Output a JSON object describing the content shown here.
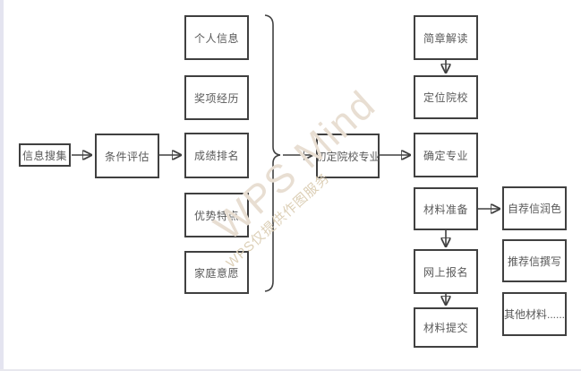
{
  "app": {
    "name": "WPS Mind flowchart"
  },
  "watermark": {
    "main": "WPS Mind",
    "sub": "WPS仅提供作图服务"
  },
  "colors": {
    "node_border": "#404040",
    "node_text": "#595959",
    "connector": "#404040",
    "watermark_main": "#e8ded2",
    "watermark_sub": "#dccfb6",
    "left_strip": "#e4e4f0"
  },
  "nodes": {
    "info_collect": "信息搜集",
    "condition_eval": "条件评估",
    "personal_info": "个人信息",
    "award_experience": "奖项经历",
    "grade_ranking": "成绩排名",
    "strength_traits": "优势特点",
    "family_wishes": "家庭意愿",
    "initial_school_major": "初定院校专业",
    "brochure_reading": "简章解读",
    "school_positioning": "定位院校",
    "major_confirmation": "确定专业",
    "material_preparation": "材料准备",
    "online_registration": "网上报名",
    "material_submission": "材料提交",
    "self_rec_polish": "自荐信润色",
    "rec_writing": "推荐信撰写",
    "other_materials": "其他材料......"
  }
}
